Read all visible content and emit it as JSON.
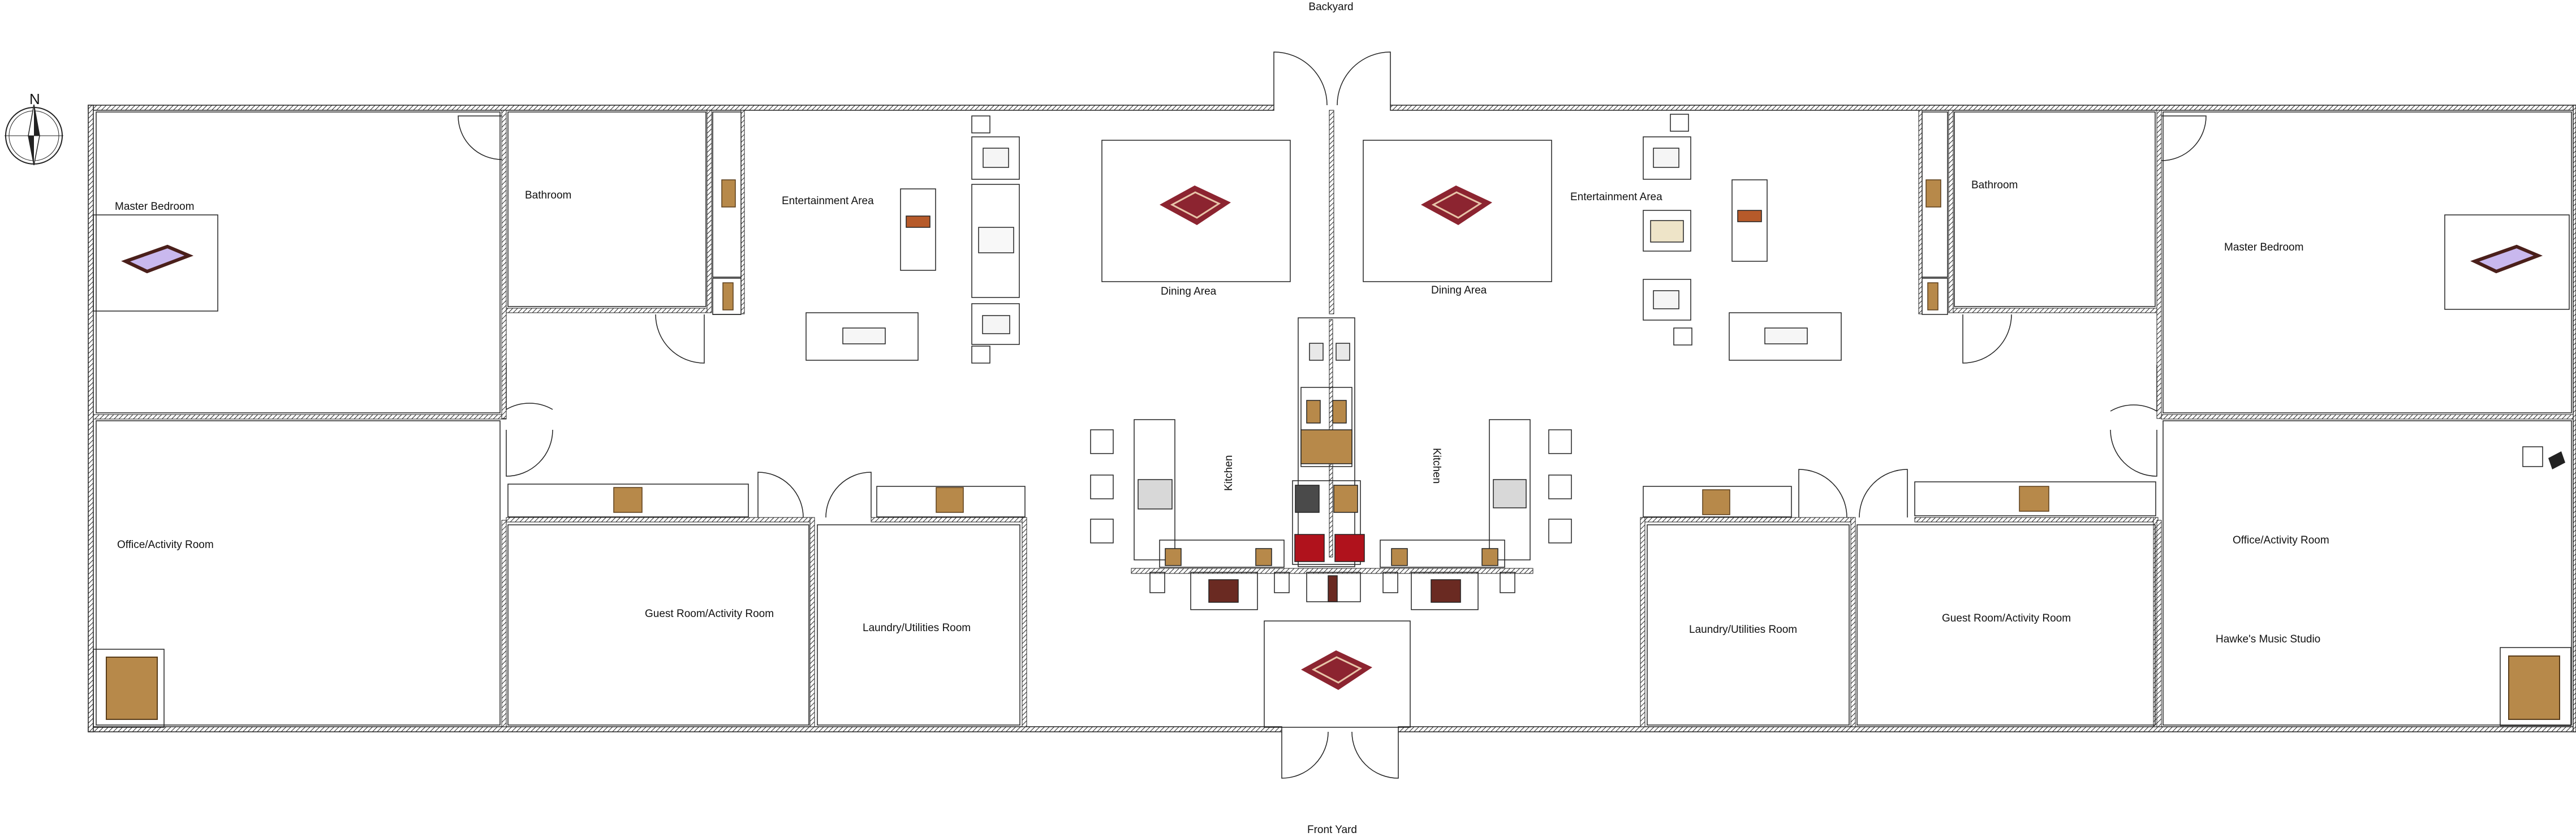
{
  "outside": {
    "backyard": "Backyard",
    "front_yard": "Front Yard",
    "compass": "N"
  },
  "rooms": {
    "master_bedroom_left": "Master Bedroom",
    "master_bedroom_right": "Master Bedroom",
    "bathroom_left": "Bathroom",
    "bathroom_right": "Bathroom",
    "entertainment_left": "Entertainment Area",
    "entertainment_right": "Entertainment Area",
    "dining_left": "Dining Area",
    "dining_right": "Dining Area",
    "kitchen_left": "Kitchen",
    "kitchen_right": "Kitchen",
    "office_left": "Office/Activity Room",
    "office_right": "Office/Activity Room",
    "guest_left": "Guest Room/Activity Room",
    "guest_right": "Guest Room/Activity Room",
    "laundry_left": "Laundry/Utilities Room",
    "laundry_right": "Laundry/Utilities Room",
    "music_studio": "Hawke's Music Studio"
  },
  "colors": {
    "wall": "#222222",
    "wood": "#b7894a",
    "rug": "#8c2430",
    "bed_sheet": "#c9b8ee",
    "bed_frame": "#4a1f1a",
    "red_chair": "#b0121c"
  }
}
